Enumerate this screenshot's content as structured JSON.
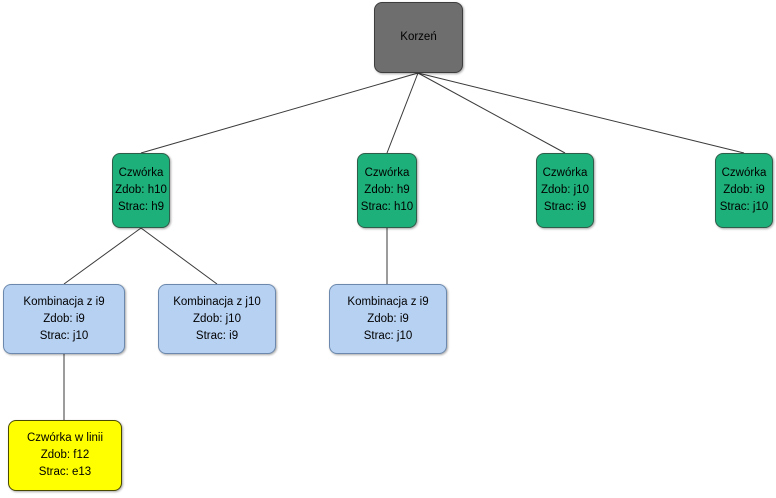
{
  "diagram": {
    "root": {
      "label": "Korzeń"
    },
    "czworki": [
      {
        "title": "Czwórka",
        "zdob": "Zdob: h10",
        "strac": "Strac: h9"
      },
      {
        "title": "Czwórka",
        "zdob": "Zdob: h9",
        "strac": "Strac: h10"
      },
      {
        "title": "Czwórka",
        "zdob": "Zdob: j10",
        "strac": "Strac: i9"
      },
      {
        "title": "Czwórka",
        "zdob": "Zdob: i9",
        "strac": "Strac: j10"
      }
    ],
    "kombinacje": [
      {
        "title": "Kombinacja z i9",
        "zdob": "Zdob: i9",
        "strac": "Strac: j10"
      },
      {
        "title": "Kombinacja z j10",
        "zdob": "Zdob: j10",
        "strac": "Strac: i9"
      },
      {
        "title": "Kombinacja z i9",
        "zdob": "Zdob: i9",
        "strac": "Strac: j10"
      }
    ],
    "czworka_w_linii": {
      "title": "Czwórka w linii",
      "zdob": "Zdob: f12",
      "strac": "Strac: e13"
    },
    "colors": {
      "root": "#6e6e6e",
      "czworka": "#1db07a",
      "kombinacja": "#b7d1f2",
      "czworka_w_linii": "#ffff00",
      "edge": "#3a3a3a"
    }
  }
}
